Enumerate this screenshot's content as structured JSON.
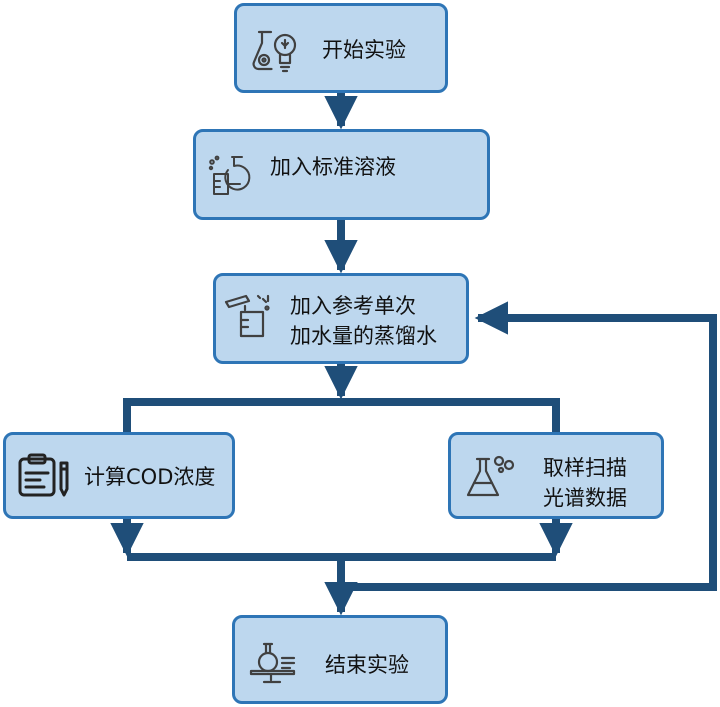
{
  "colors": {
    "node_fill": "#bdd7ee",
    "node_border": "#2e75b6",
    "connector": "#1f4e79",
    "icon_stroke": "#404040"
  },
  "nodes": {
    "start": {
      "label": "开始实验",
      "icon": "flask-lightbulb-icon"
    },
    "add_standard": {
      "label": "加入标准溶液",
      "icon": "lab-glassware-icon"
    },
    "add_reference": {
      "line1": "加入参考单次",
      "line2": "加水量的蒸馏水",
      "icon": "beaker-pour-icon"
    },
    "calc_cod": {
      "label": "计算COD浓度",
      "icon": "clipboard-pen-icon"
    },
    "scan": {
      "line1": "取样扫描",
      "line2": "光谱数据",
      "icon": "erlenmeyer-flask-icon"
    },
    "end": {
      "label": "结束实验",
      "icon": "microscope-computer-icon"
    }
  }
}
